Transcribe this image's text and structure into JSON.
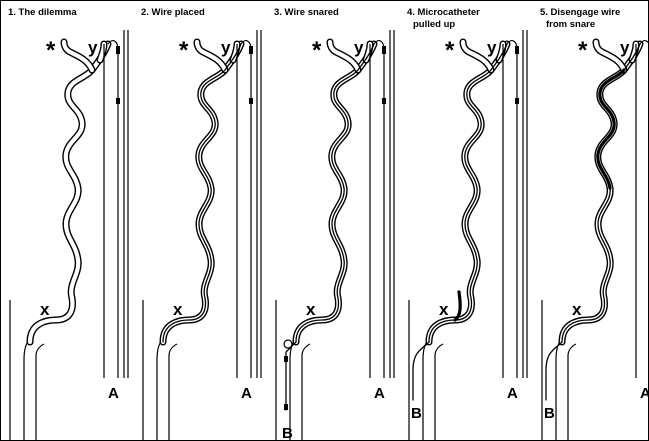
{
  "panels": [
    {
      "title_line1": "1. The dilemma",
      "title_line2": ""
    },
    {
      "title_line1": "2. Wire placed",
      "title_line2": ""
    },
    {
      "title_line1": "3. Wire snared",
      "title_line2": ""
    },
    {
      "title_line1": "4. Microcatheter",
      "title_line2": "pulled up"
    },
    {
      "title_line1": "5. Disengage wire",
      "title_line2": "from snare"
    }
  ],
  "labels": {
    "star": "*",
    "y": "y",
    "x": "x",
    "A": "A",
    "B": "B"
  },
  "colors": {
    "line": "#000000",
    "background": "#ffffff"
  }
}
